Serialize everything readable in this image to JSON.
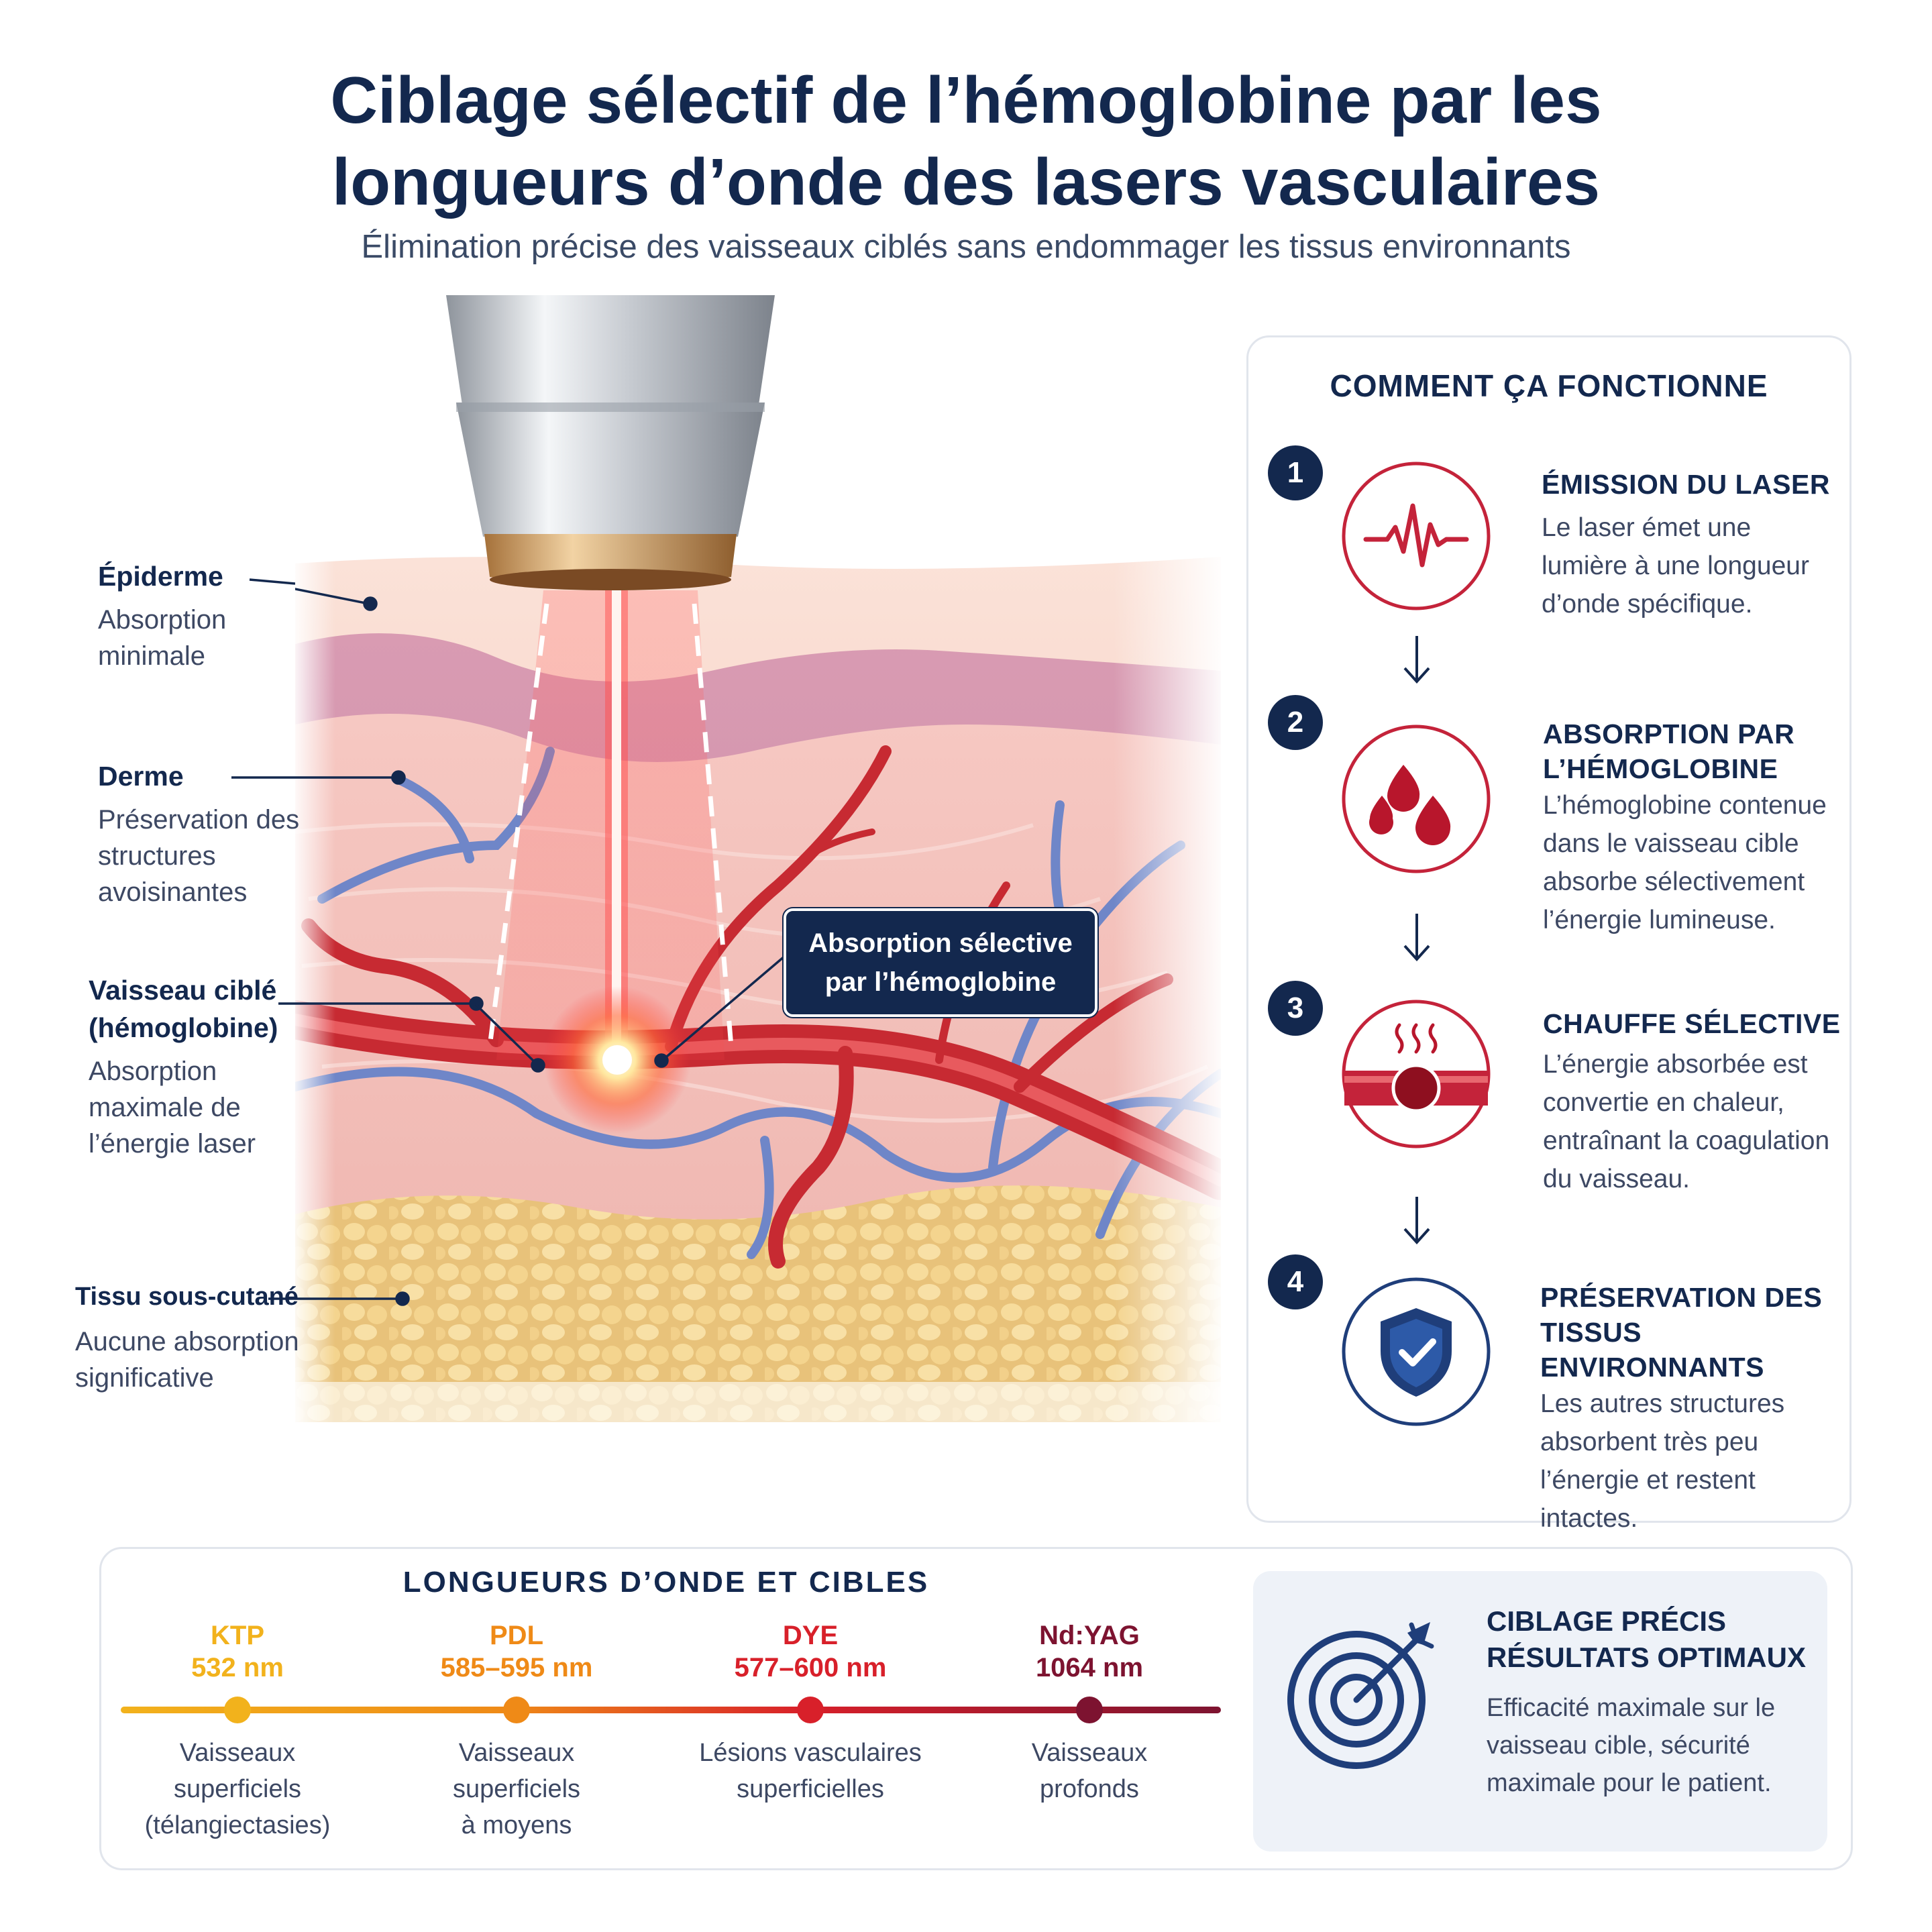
{
  "header": {
    "title_line1": "Ciblage sélectif de l’hémoglobine par les",
    "title_line2": "longueurs d’onde des lasers vasculaires",
    "subtitle": "Élimination précise des vaisseaux ciblés sans endommager les tissus environnants"
  },
  "layers": [
    {
      "name": "Épiderme",
      "desc1": "Absorption",
      "desc2": "minimale",
      "desc3": ""
    },
    {
      "name": "Derme",
      "desc1": "Préservation des",
      "desc2": "structures",
      "desc3": "avoisinantes"
    },
    {
      "name": "Vaisseau ciblé",
      "name2": "(hémoglobine)",
      "desc1": "Absorption",
      "desc2": "maximale de",
      "desc3": "l’énergie laser"
    },
    {
      "name": "Tissu sous-cutané",
      "desc1": "Aucune absorption",
      "desc2": "significative",
      "desc3": ""
    }
  ],
  "callout": {
    "line1": "Absorption sélective",
    "line2": "par l’hémoglobine"
  },
  "how_it_works": {
    "title": "COMMENT ÇA FONCTIONNE",
    "steps": [
      {
        "num": "1",
        "icon": "waveform-icon",
        "head1": "ÉMISSION DU LASER",
        "head2": "",
        "d1": "Le laser émet une",
        "d2": "lumière à une longueur",
        "d3": "d’onde spécifique.",
        "d4": ""
      },
      {
        "num": "2",
        "icon": "blood-drops-icon",
        "head1": "ABSORPTION PAR",
        "head2": "L’HÉMOGLOBINE",
        "d1": "L’hémoglobine contenue",
        "d2": "dans le vaisseau cible",
        "d3": "absorbe sélectivement",
        "d4": "l’énergie lumineuse."
      },
      {
        "num": "3",
        "icon": "heated-vessel-icon",
        "head1": "CHAUFFE SÉLECTIVE",
        "head2": "",
        "d1": "L’énergie absorbée est",
        "d2": "convertie en chaleur,",
        "d3": "entraînant la coagulation",
        "d4": "du vaisseau."
      },
      {
        "num": "4",
        "icon": "shield-check-icon",
        "head1": "PRÉSERVATION DES",
        "head2": "TISSUS ENVIRONNANTS",
        "d1": "Les autres structures",
        "d2": "absorbent très peu",
        "d3": "l’énergie et restent",
        "d4": "intactes."
      }
    ]
  },
  "wavelengths": {
    "title": "LONGUEURS D’ONDE ET CIBLES",
    "items": [
      {
        "name": "KTP",
        "nm": "532 nm",
        "color": "#f2b21c",
        "d1": "Vaisseaux",
        "d2": "superficiels",
        "d3": "(télangiectasies)"
      },
      {
        "name": "PDL",
        "nm": "585–595 nm",
        "color": "#ef8a17",
        "d1": "Vaisseaux",
        "d2": "superficiels",
        "d3": "à moyens"
      },
      {
        "name": "DYE",
        "nm": "577–600 nm",
        "color": "#d8202a",
        "d1": "Lésions vasculaires",
        "d2": "superficielles",
        "d3": ""
      },
      {
        "name": "Nd:YAG",
        "nm": "1064 nm",
        "color": "#7d1330",
        "d1": "Vaisseaux",
        "d2": "profonds",
        "d3": ""
      }
    ]
  },
  "target": {
    "icon": "target-arrow-icon",
    "head1": "CIBLAGE PRÉCIS",
    "head2": "RÉSULTATS OPTIMAUX",
    "d1": "Efficacité maximale sur le",
    "d2": "vaisseau cible, sécurité",
    "d3": "maximale pour le patient."
  }
}
